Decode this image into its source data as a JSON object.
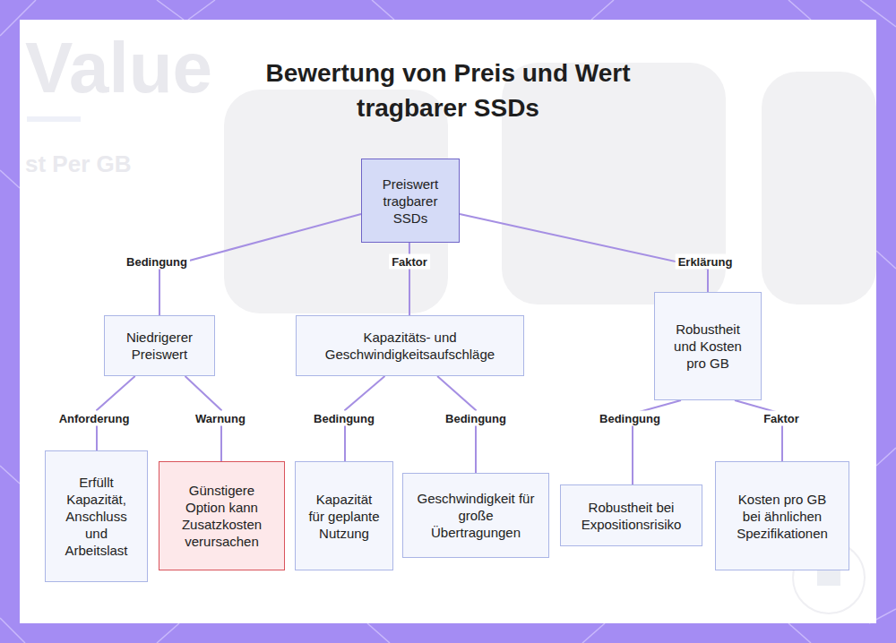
{
  "diagram": {
    "title": "Bewertung von Preis und Wert tragbarer SSDs",
    "nodes": [
      {
        "text": [
          "Preiswert tragbarer SSDs"
        ]
      },
      {
        "text": [
          "Niedrigerer Preiswert"
        ]
      },
      {
        "text": [
          "Kapazitäts- und Geschwindigkeitsaufschläge"
        ]
      },
      {
        "text": [
          "Robustheit und Kosten pro GB"
        ]
      },
      {
        "text": [
          "Erfüllt Kapazität, Anschluss und Arbeitslast"
        ]
      },
      {
        "text": [
          "Günstigere Option kann Zusatzkosten verursachen"
        ]
      },
      {
        "text": [
          "Kapazität für geplante Nutzung"
        ]
      },
      {
        "text": [
          "Geschwindigkeit für große Übertragungen"
        ]
      },
      {
        "text": [
          "Robustheit bei Expositionsrisiko"
        ]
      },
      {
        "text": [
          "Kosten pro GB bei ähnlichen Spezifikationen"
        ]
      }
    ],
    "edges": [
      {
        "from": 0,
        "to": 1,
        "label": "Bedingung",
        "arrow": "none"
      },
      {
        "from": 0,
        "to": 2,
        "label": "Faktor",
        "arrow": "none"
      },
      {
        "from": 0,
        "to": 3,
        "label": "Erklärung",
        "arrow": "none"
      },
      {
        "from": 1,
        "to": 4,
        "label": "Anforderung",
        "arrow": "none"
      },
      {
        "from": 1,
        "to": 5,
        "label": "Warnung",
        "arrow": "none"
      },
      {
        "from": 2,
        "to": 6,
        "label": "Bedingung",
        "arrow": "none"
      },
      {
        "from": 2,
        "to": 7,
        "label": "Bedingung",
        "arrow": "none"
      },
      {
        "from": 3,
        "to": 8,
        "label": "Bedingung",
        "arrow": "none"
      },
      {
        "from": 3,
        "to": 9,
        "label": "Faktor",
        "arrow": "none"
      }
    ],
    "labels": [
      "Value",
      "st Per GB"
    ]
  }
}
